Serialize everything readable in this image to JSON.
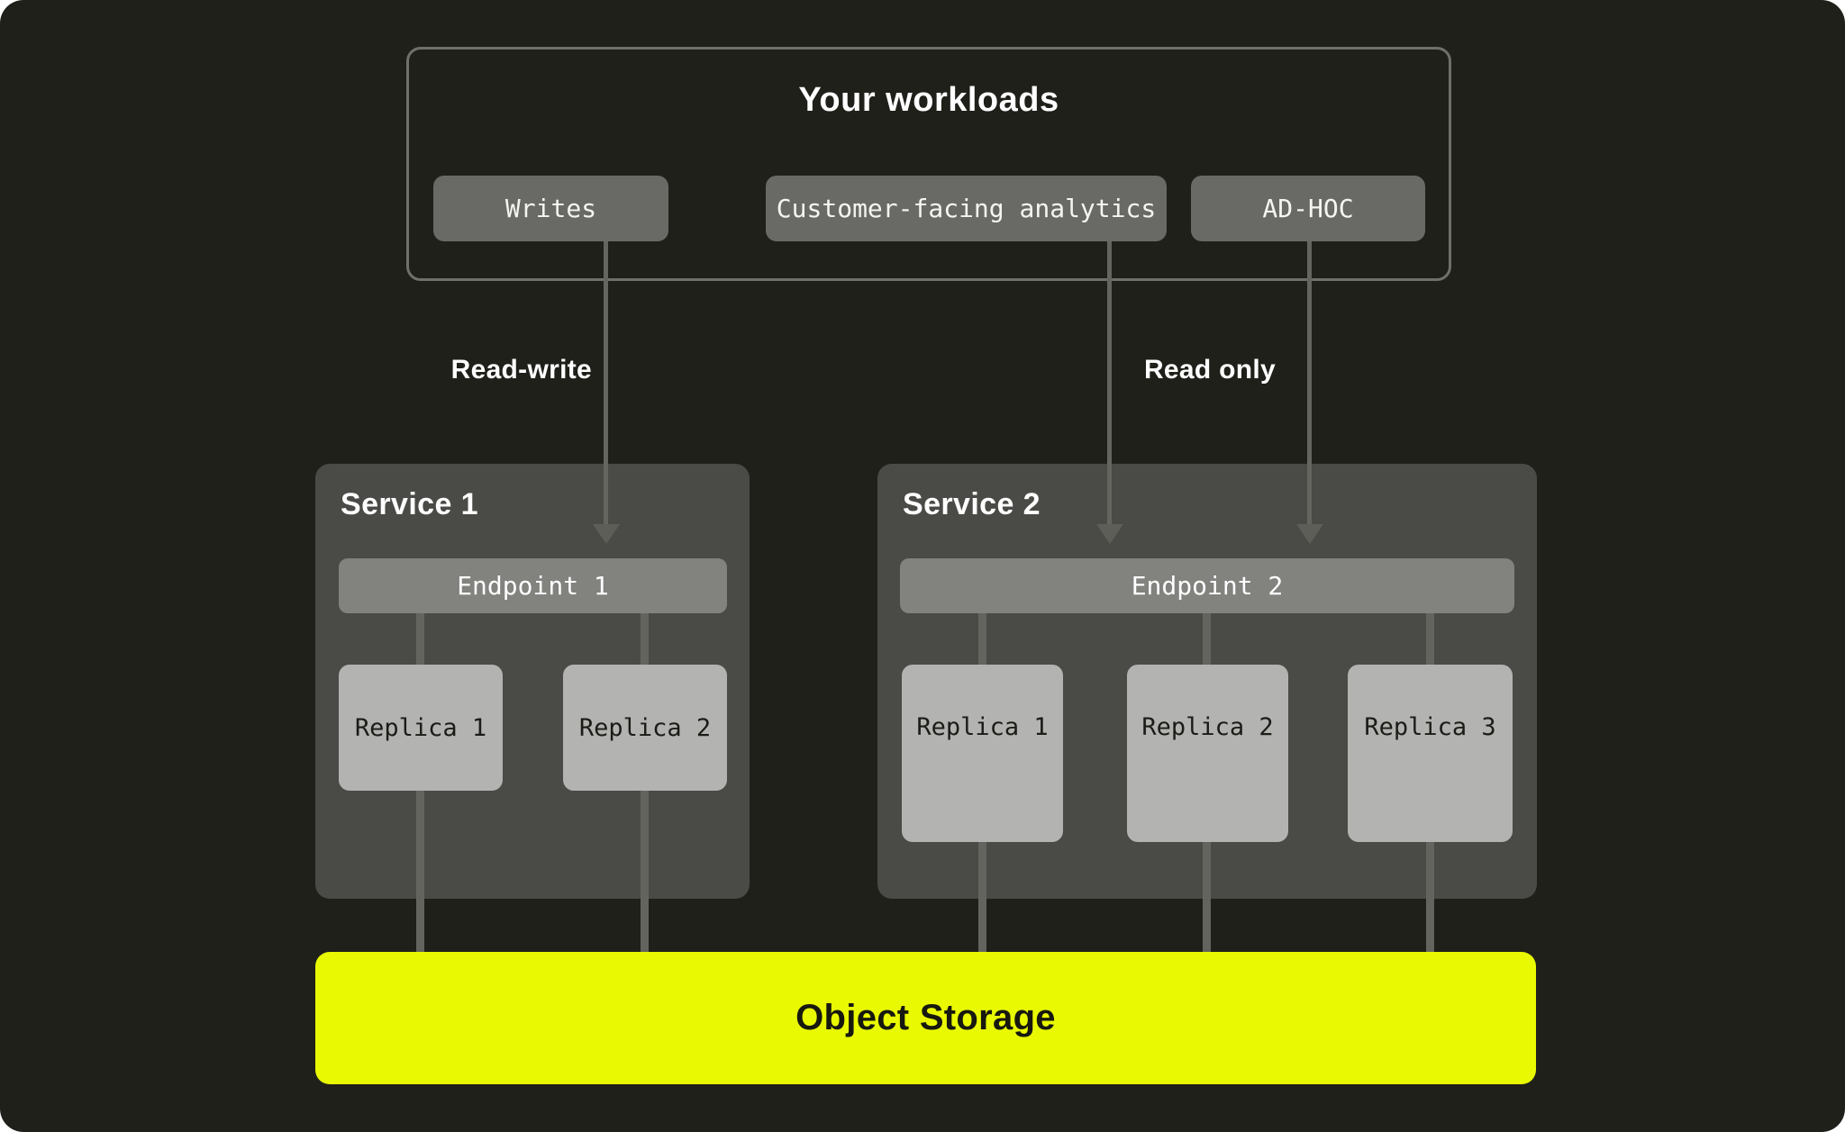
{
  "colors": {
    "background": "#1f201a",
    "workloads_border": "#6f706b",
    "pill": "#696a65",
    "service_panel": "#4a4b46",
    "endpoint": "#82837f",
    "replica": "#b3b4b1",
    "connector": "#63645e",
    "storage_accent": "#e9f901",
    "text_light": "#ffffff",
    "text_dark": "#17180f"
  },
  "workloads": {
    "title": "Your workloads",
    "pills": [
      {
        "label": "Writes"
      },
      {
        "label": "Customer-facing analytics"
      },
      {
        "label": "AD-HOC"
      }
    ]
  },
  "flows": {
    "read_write": "Read-write",
    "read_only": "Read only"
  },
  "services": [
    {
      "title": "Service 1",
      "endpoint": "Endpoint 1",
      "replicas": [
        "Replica 1",
        "Replica 2"
      ]
    },
    {
      "title": "Service 2",
      "endpoint": "Endpoint 2",
      "replicas": [
        "Replica 1",
        "Replica 2",
        "Replica 3"
      ]
    }
  ],
  "storage": {
    "label": "Object Storage"
  }
}
